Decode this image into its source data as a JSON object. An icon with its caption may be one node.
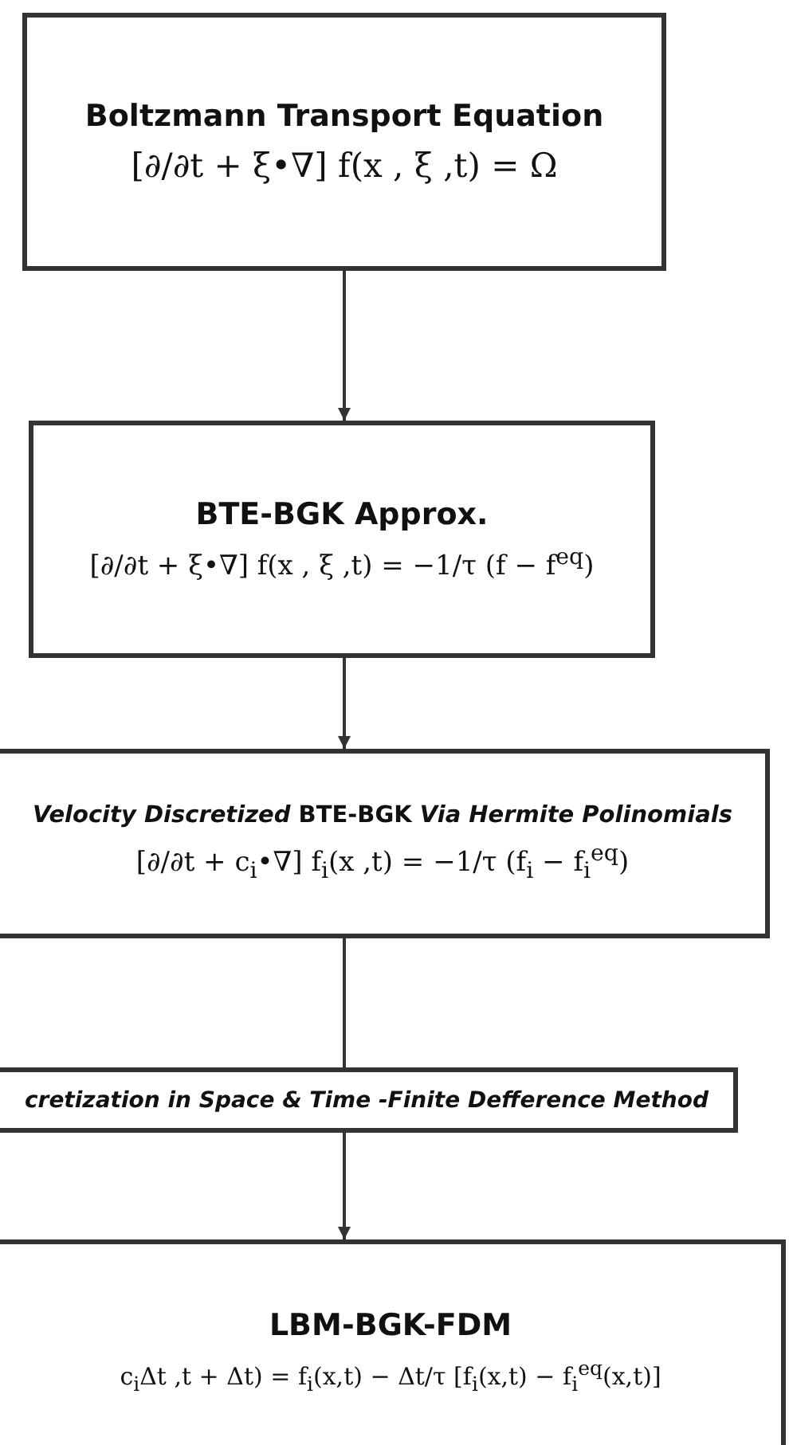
{
  "diagram": {
    "nodes": [
      {
        "text": [
          "Boltzmann Transport Equation",
          "[∂/∂t + ξ•∇] f(x , ξ ,t) = Ω"
        ]
      },
      {
        "text": [
          "BTE-BGK Approx.",
          "[∂/∂t + ξ•∇] f(x , ξ ,t) = −1/τ (f − f$^{eq}$)"
        ]
      },
      {
        "text": [
          "*Velocity Discretized* BTE-BGK *Via Hermite Polinomials*",
          "[∂/∂t + c$_{i}$•∇] f$_{i}$(x ,t) = −1/τ (f$_{i}$ − f$_{i}$$^{eq}$)"
        ]
      },
      {
        "text": [
          "cretization in Space & Time -Finite Defference Method"
        ]
      },
      {
        "text": [
          "LBM-BGK-FDM",
          "c$_{i}$Δt ,t + Δt) = f$_{i}$(x,t) − Δt/τ [f$_{i}$(x,t) − f$_{i}$$^{eq}$(x,t)]"
        ]
      }
    ],
    "edges": [
      {
        "from": 0,
        "to": 1,
        "arrow": "to"
      },
      {
        "from": 1,
        "to": 2,
        "arrow": "to"
      },
      {
        "from": 2,
        "to": 3,
        "arrow": "none"
      },
      {
        "from": 3,
        "to": 4,
        "arrow": "to"
      }
    ]
  }
}
